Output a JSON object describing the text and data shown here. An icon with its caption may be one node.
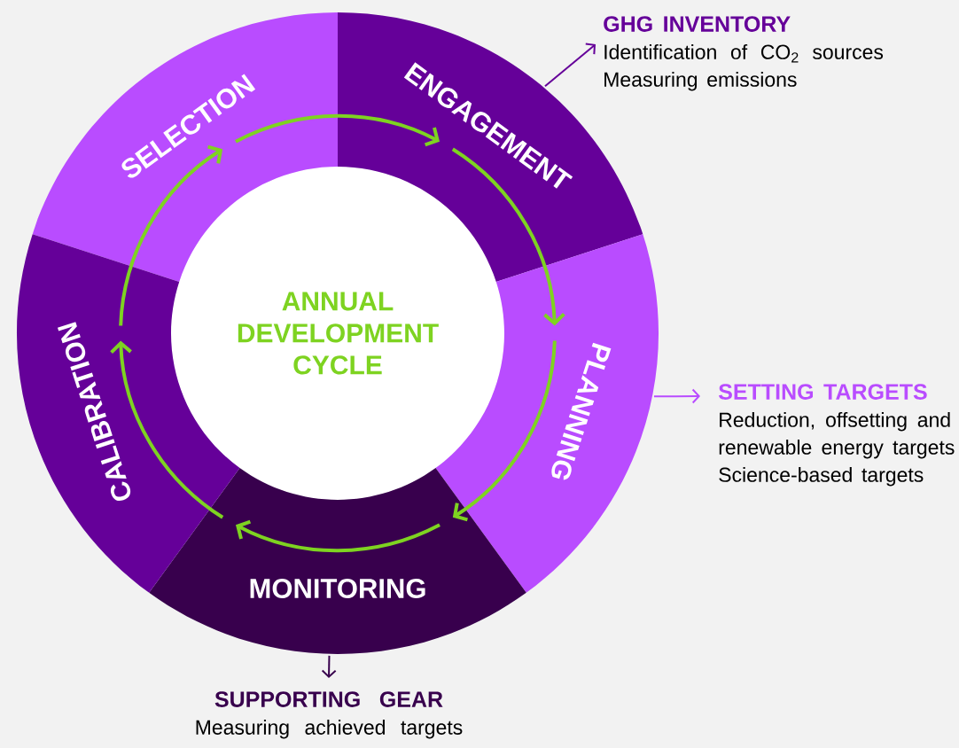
{
  "diagram": {
    "nodes": [
      {
        "text": [
          "ANNUAL DEVELOPMENT CYCLE"
        ]
      },
      {
        "text": [
          "SELECTION"
        ]
      },
      {
        "text": [
          "ENGAGEMENT"
        ]
      },
      {
        "text": [
          "PLANNING"
        ]
      },
      {
        "text": [
          "MONITORING"
        ]
      },
      {
        "text": [
          "CALIBRATION"
        ]
      },
      {
        "text": [
          "GHG INVENTORY",
          "Identification of CO$_{2}$ sources Measuring emissions"
        ]
      },
      {
        "text": [
          "SETTING TARGETS",
          "Reduction, offsetting and renewable energy targets Science-based targets"
        ]
      },
      {
        "text": [
          "SUPPORTING GEAR",
          "Measuring achieved targets"
        ]
      }
    ],
    "edges": [
      {
        "from": 1,
        "to": 2,
        "arrow": "to"
      },
      {
        "from": 2,
        "to": 3,
        "arrow": "to"
      },
      {
        "from": 3,
        "to": 4,
        "arrow": "to"
      },
      {
        "from": 4,
        "to": 4,
        "arrow": "to"
      },
      {
        "from": 4,
        "to": 5,
        "arrow": "to"
      },
      {
        "from": 5,
        "to": 1,
        "arrow": "to"
      },
      {
        "from": 2,
        "to": 6,
        "arrow": "to",
        "color": "#650099"
      },
      {
        "from": 3,
        "to": 7,
        "arrow": "to",
        "color": "#b94cff"
      },
      {
        "from": 4,
        "to": 8,
        "arrow": "to",
        "color": "#38004d"
      }
    ]
  }
}
